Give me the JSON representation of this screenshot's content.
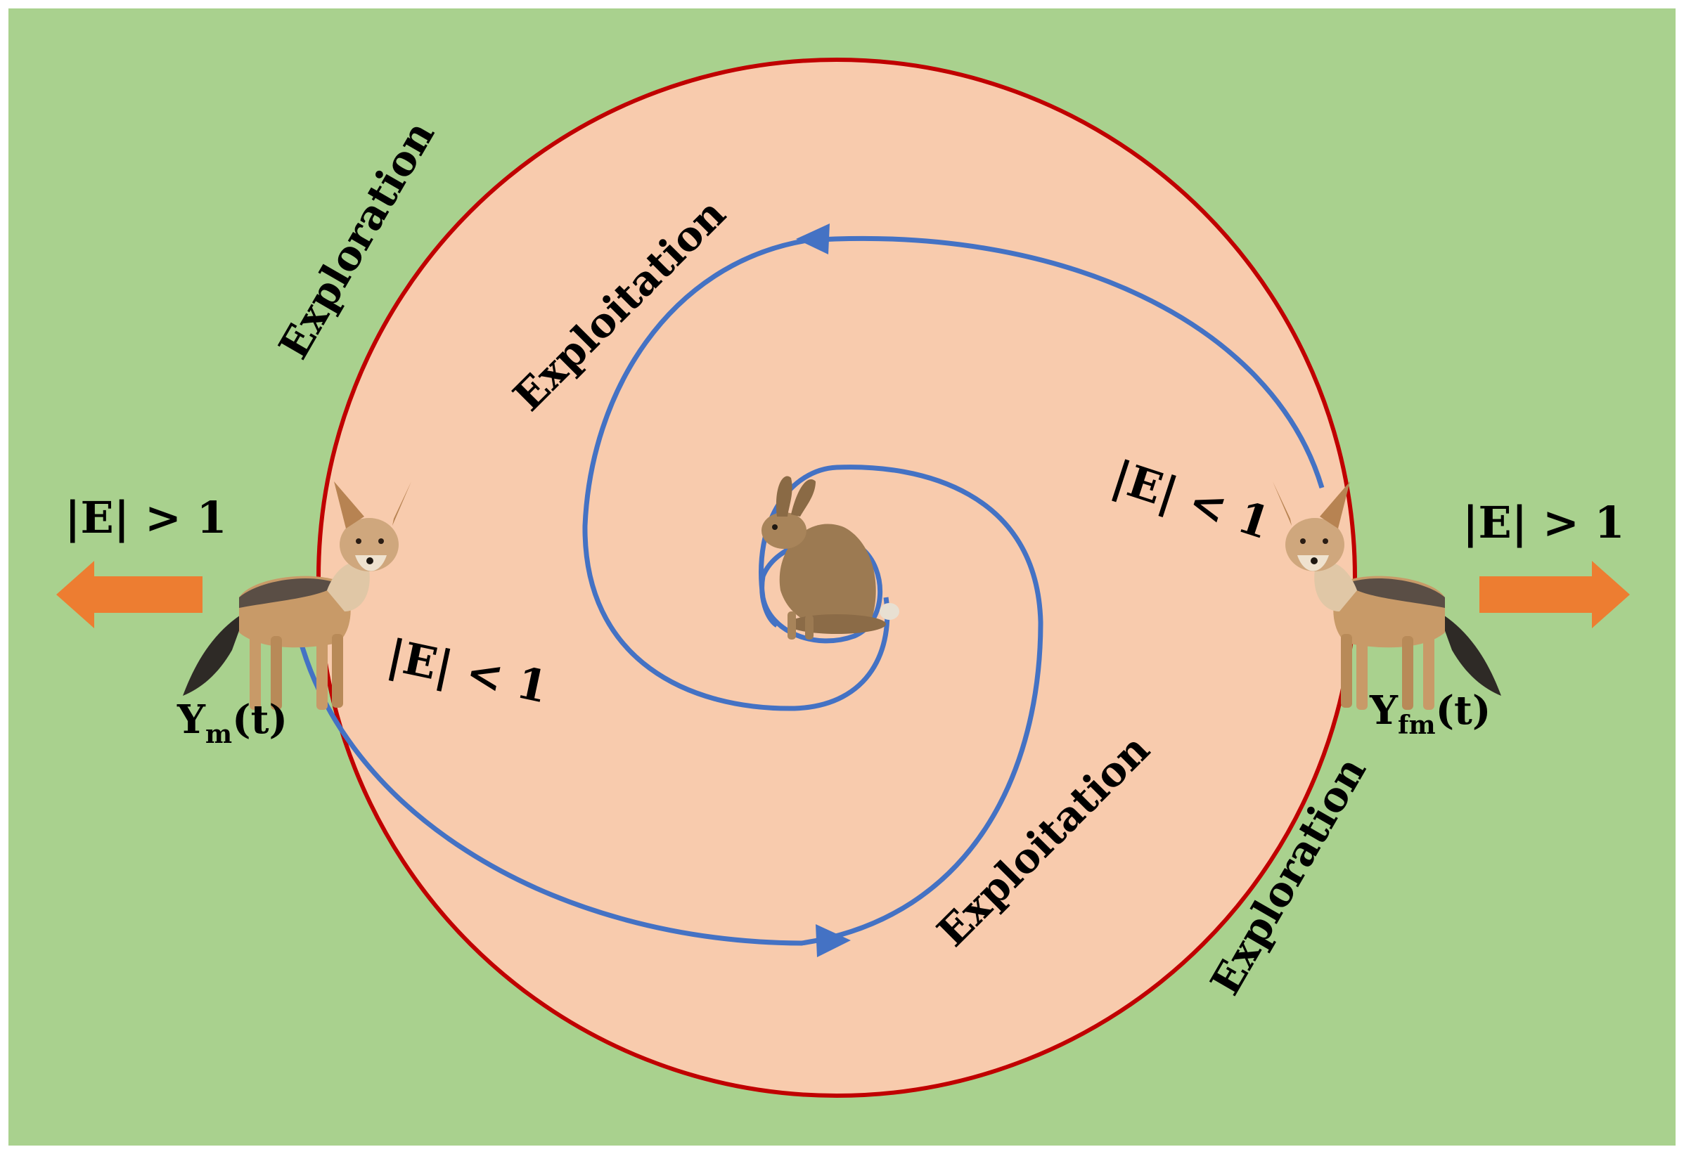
{
  "labels": {
    "exploration_top": "Exploration",
    "exploration_bottom": "Exploration",
    "exploitation_top": "Exploitation",
    "exploitation_bottom": "Exploitation",
    "cond_left_outer": "|E| > 1",
    "cond_right_outer": "|E| > 1",
    "cond_left_inner": "|E| < 1",
    "cond_right_inner": "|E| < 1",
    "male_pos_base": "Y",
    "male_pos_sub": "m",
    "male_pos_arg": "(t)",
    "female_pos_base": "Y",
    "female_pos_sub": "fm",
    "female_pos_arg": "(t)"
  },
  "colors": {
    "background": "#a9d18e",
    "circle_fill": "#f8cbad",
    "circle_stroke": "#c00000",
    "spiral": "#4472c4",
    "arrow": "#ed7d31"
  },
  "icons": {
    "left_animal": "jackal-icon",
    "right_animal": "jackal-icon",
    "center_animal": "hare-icon"
  }
}
